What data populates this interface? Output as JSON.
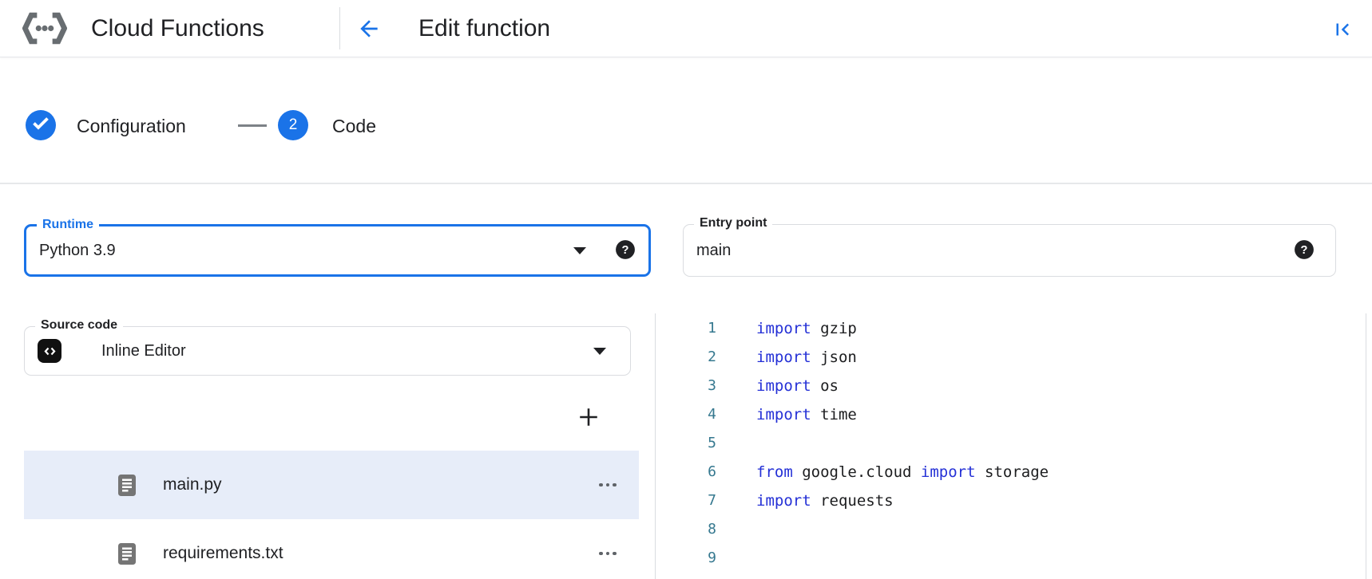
{
  "header": {
    "product_name": "Cloud Functions",
    "page_title": "Edit function"
  },
  "stepper": {
    "steps": [
      {
        "label": "Configuration",
        "status": "completed",
        "indicator": "check"
      },
      {
        "label": "Code",
        "status": "current",
        "number": "2"
      }
    ]
  },
  "form": {
    "runtime": {
      "label": "Runtime",
      "value": "Python 3.9",
      "focused": true
    },
    "entry_point": {
      "label": "Entry point",
      "value": "main"
    },
    "source_code": {
      "label": "Source code",
      "value": "Inline Editor"
    }
  },
  "files": {
    "items": [
      {
        "name": "main.py",
        "selected": true
      },
      {
        "name": "requirements.txt",
        "selected": false
      }
    ]
  },
  "editor": {
    "language": "python",
    "lines": [
      {
        "num": "1",
        "tokens": [
          {
            "k": "kw",
            "t": "import"
          },
          {
            "k": "tx",
            "t": " gzip"
          }
        ]
      },
      {
        "num": "2",
        "tokens": [
          {
            "k": "kw",
            "t": "import"
          },
          {
            "k": "tx",
            "t": " json"
          }
        ]
      },
      {
        "num": "3",
        "tokens": [
          {
            "k": "kw",
            "t": "import"
          },
          {
            "k": "tx",
            "t": " os"
          }
        ]
      },
      {
        "num": "4",
        "tokens": [
          {
            "k": "kw",
            "t": "import"
          },
          {
            "k": "tx",
            "t": " time"
          }
        ]
      },
      {
        "num": "5",
        "tokens": []
      },
      {
        "num": "6",
        "tokens": [
          {
            "k": "kw",
            "t": "from"
          },
          {
            "k": "tx",
            "t": " google.cloud "
          },
          {
            "k": "kw",
            "t": "import"
          },
          {
            "k": "tx",
            "t": " storage"
          }
        ]
      },
      {
        "num": "7",
        "tokens": [
          {
            "k": "kw",
            "t": "import"
          },
          {
            "k": "tx",
            "t": " requests"
          }
        ]
      },
      {
        "num": "8",
        "tokens": []
      },
      {
        "num": "9",
        "tokens": []
      }
    ]
  },
  "icons": {
    "logo": "cloud-functions-logo",
    "back": "arrow-back",
    "collapse": "first-page",
    "help": "help-filled",
    "caret": "dropdown-caret",
    "add": "add-plus",
    "more": "more-horizontal",
    "file": "document",
    "source": "code-brackets",
    "check": "check"
  },
  "colors": {
    "accent": "#1a73e8",
    "keyword": "#2430d6",
    "line_number": "#35788f",
    "selected_row": "#e7edf9",
    "text_primary": "#202124",
    "text_secondary": "#5f6368",
    "border": "#dadce0",
    "icon_gray": "#757575"
  }
}
